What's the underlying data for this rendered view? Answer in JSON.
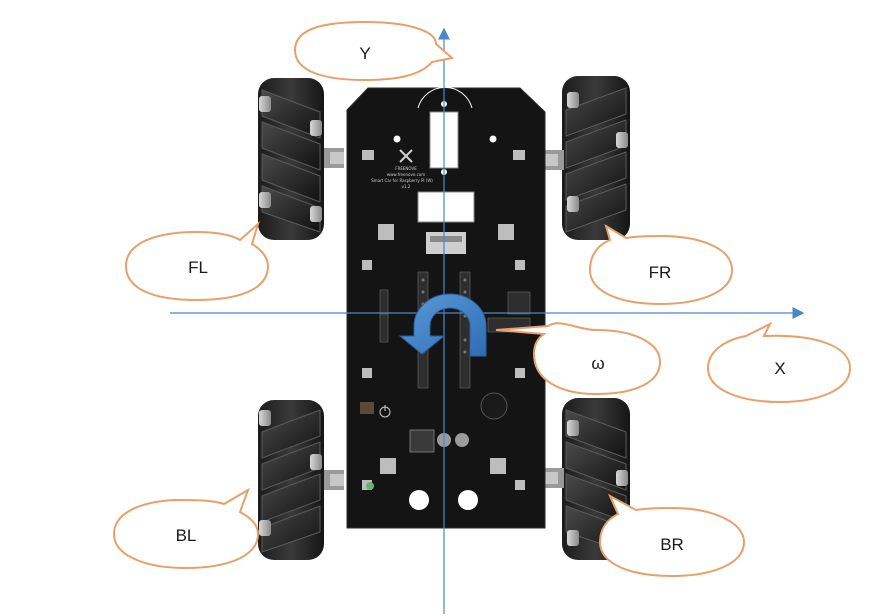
{
  "labels": {
    "y_axis": "Y",
    "x_axis": "X",
    "rotation": "ω",
    "front_left": "FL",
    "front_right": "FR",
    "back_left": "BL",
    "back_right": "BR"
  },
  "board": {
    "brand": "FREENOVE",
    "website": "www.freenove.com",
    "model": "Smart Car for Raspberry Pi (W)",
    "version": "v1.2"
  },
  "colors": {
    "axis": "#4a86c8",
    "callout_stroke": "#e8a06a",
    "board": "#141414",
    "rotation_arrow": "#3d7bc4"
  }
}
